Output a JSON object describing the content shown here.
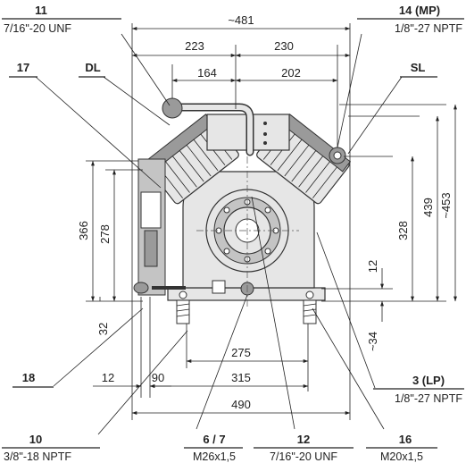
{
  "dimensions": {
    "overall_width": "~481",
    "left_top": "223",
    "right_top": "230",
    "left_inner": "164",
    "right_inner": "202",
    "height_366": "366",
    "height_278": "278",
    "height_328": "328",
    "height_439": "439",
    "height_453": "~453",
    "small_12_vertical": "12",
    "height_32": "32",
    "depth_34": "~34",
    "bottom_275": "275",
    "bottom_315": "315",
    "bottom_12": "12",
    "bottom_90": "90",
    "bottom_490": "490"
  },
  "callouts": {
    "c11": {
      "number": "11",
      "spec": "7/16\"-20 UNF"
    },
    "c14": {
      "number": "14 (MP)",
      "spec": "1/8\"-27 NPTF"
    },
    "c17": {
      "number": "17"
    },
    "cDL": {
      "number": "DL"
    },
    "cSL": {
      "number": "SL"
    },
    "c18": {
      "number": "18"
    },
    "c3": {
      "number": "3 (LP)",
      "spec": "1/8\"-27 NPTF"
    },
    "c10": {
      "number": "10",
      "spec": "3/8\"-18 NPTF"
    },
    "c67": {
      "number": "6 / 7",
      "spec": "M26x1,5"
    },
    "c12": {
      "number": "12",
      "spec": "7/16\"-20 UNF"
    },
    "c16": {
      "number": "16",
      "spec": "M20x1,5"
    }
  }
}
